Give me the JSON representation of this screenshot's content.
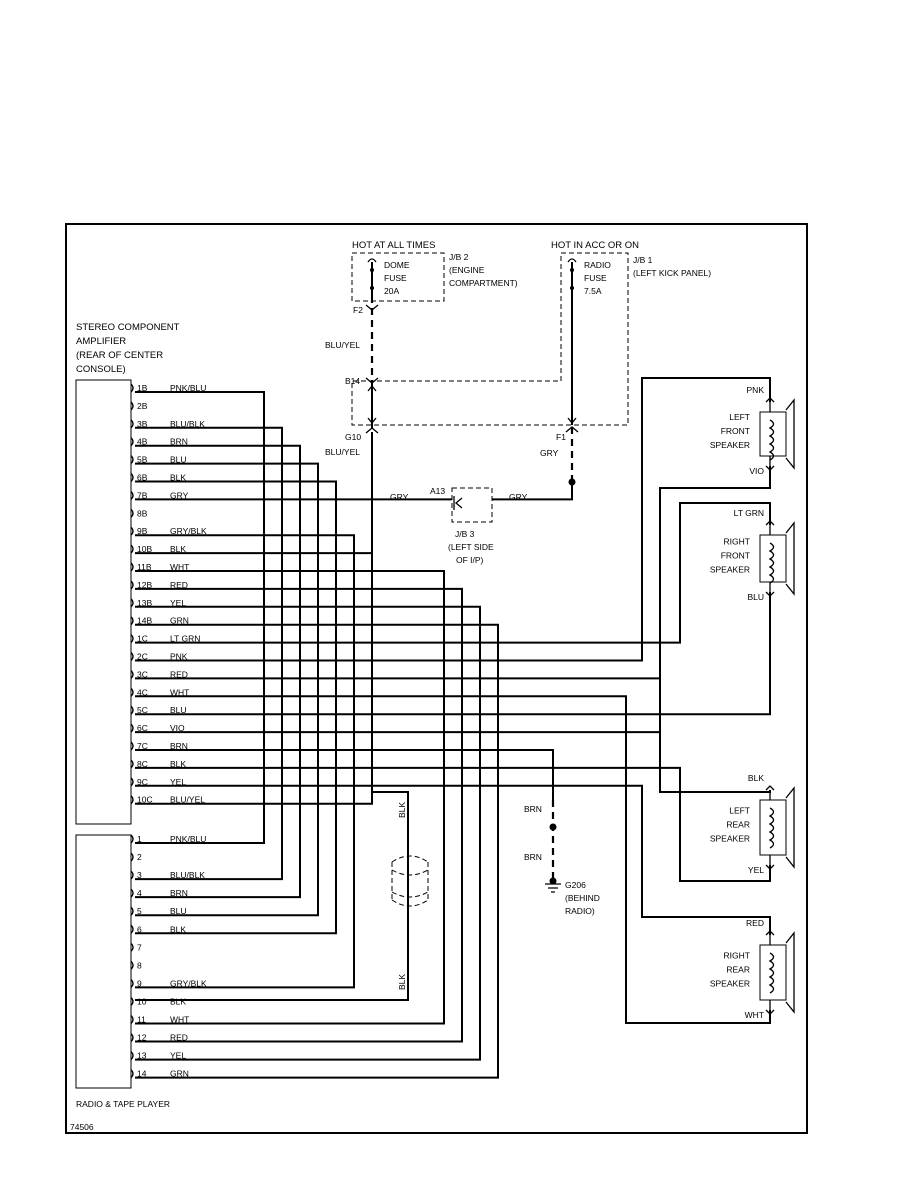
{
  "amp": {
    "title_lines": [
      "STEREO COMPONENT",
      "AMPLIFIER",
      "(REAR OF CENTER",
      "CONSOLE)"
    ],
    "pins": [
      {
        "pin": "1B",
        "wire": "PNK/BLU"
      },
      {
        "pin": "2B",
        "wire": ""
      },
      {
        "pin": "3B",
        "wire": "BLU/BLK"
      },
      {
        "pin": "4B",
        "wire": "BRN"
      },
      {
        "pin": "5B",
        "wire": "BLU"
      },
      {
        "pin": "6B",
        "wire": "BLK"
      },
      {
        "pin": "7B",
        "wire": "GRY"
      },
      {
        "pin": "8B",
        "wire": ""
      },
      {
        "pin": "9B",
        "wire": "GRY/BLK"
      },
      {
        "pin": "10B",
        "wire": "BLK"
      },
      {
        "pin": "11B",
        "wire": "WHT"
      },
      {
        "pin": "12B",
        "wire": "RED"
      },
      {
        "pin": "13B",
        "wire": "YEL"
      },
      {
        "pin": "14B",
        "wire": "GRN"
      },
      {
        "pin": "1C",
        "wire": "LT GRN"
      },
      {
        "pin": "2C",
        "wire": "PNK"
      },
      {
        "pin": "3C",
        "wire": "RED"
      },
      {
        "pin": "4C",
        "wire": "WHT"
      },
      {
        "pin": "5C",
        "wire": "BLU"
      },
      {
        "pin": "6C",
        "wire": "VIO"
      },
      {
        "pin": "7C",
        "wire": "BRN"
      },
      {
        "pin": "8C",
        "wire": "BLK"
      },
      {
        "pin": "9C",
        "wire": "YEL"
      },
      {
        "pin": "10C",
        "wire": "BLU/YEL"
      }
    ]
  },
  "radio": {
    "title": "RADIO & TAPE PLAYER",
    "pins": [
      {
        "pin": "1",
        "wire": "PNK/BLU"
      },
      {
        "pin": "2",
        "wire": ""
      },
      {
        "pin": "3",
        "wire": "BLU/BLK"
      },
      {
        "pin": "4",
        "wire": "BRN"
      },
      {
        "pin": "5",
        "wire": "BLU"
      },
      {
        "pin": "6",
        "wire": "BLK"
      },
      {
        "pin": "7",
        "wire": ""
      },
      {
        "pin": "8",
        "wire": ""
      },
      {
        "pin": "9",
        "wire": "GRY/BLK"
      },
      {
        "pin": "10",
        "wire": "BLK"
      },
      {
        "pin": "11",
        "wire": "WHT"
      },
      {
        "pin": "12",
        "wire": "RED"
      },
      {
        "pin": "13",
        "wire": "YEL"
      },
      {
        "pin": "14",
        "wire": "GRN"
      }
    ]
  },
  "fuses": {
    "jb2": {
      "hot": "HOT AT ALL TIMES",
      "id": "J/B 2",
      "loc": [
        "(ENGINE",
        "COMPARTMENT)"
      ],
      "fuse": [
        "DOME",
        "FUSE",
        "20A"
      ],
      "pin_label": "F2"
    },
    "jb1": {
      "hot": "HOT IN ACC OR ON",
      "id": "J/B 1",
      "loc": [
        "(LEFT KICK PANEL)"
      ],
      "fuse": [
        "RADIO",
        "FUSE",
        "7.5A"
      ],
      "pin_label": "F1"
    }
  },
  "jb3": {
    "id": "J/B 3",
    "loc": [
      "(LEFT SIDE",
      "OF I/P)"
    ],
    "pin_label": "A13"
  },
  "connectors": {
    "b14": "B14",
    "g10": "G10"
  },
  "wires": {
    "blu_yel_upper": "BLU/YEL",
    "blu_yel_lower": "BLU/YEL",
    "gry_f1": "GRY",
    "gry_left": "GRY",
    "gry_right": "GRY",
    "brn_upper": "BRN",
    "brn_lower": "BRN",
    "blk_upper": "BLK",
    "blk_lower": "BLK"
  },
  "ground": {
    "id": "G206",
    "loc": [
      "(BEHIND",
      "RADIO)"
    ]
  },
  "speakers": [
    {
      "name": [
        "LEFT",
        "FRONT",
        "SPEAKER"
      ],
      "top": "PNK",
      "bottom": "VIO"
    },
    {
      "name": [
        "RIGHT",
        "FRONT",
        "SPEAKER"
      ],
      "top": "LT GRN",
      "bottom": "BLU"
    },
    {
      "name": [
        "LEFT",
        "REAR",
        "SPEAKER"
      ],
      "top": "BLK",
      "bottom": "YEL"
    },
    {
      "name": [
        "RIGHT",
        "REAR",
        "SPEAKER"
      ],
      "top": "RED",
      "bottom": "WHT"
    }
  ],
  "figure_id": "74506"
}
